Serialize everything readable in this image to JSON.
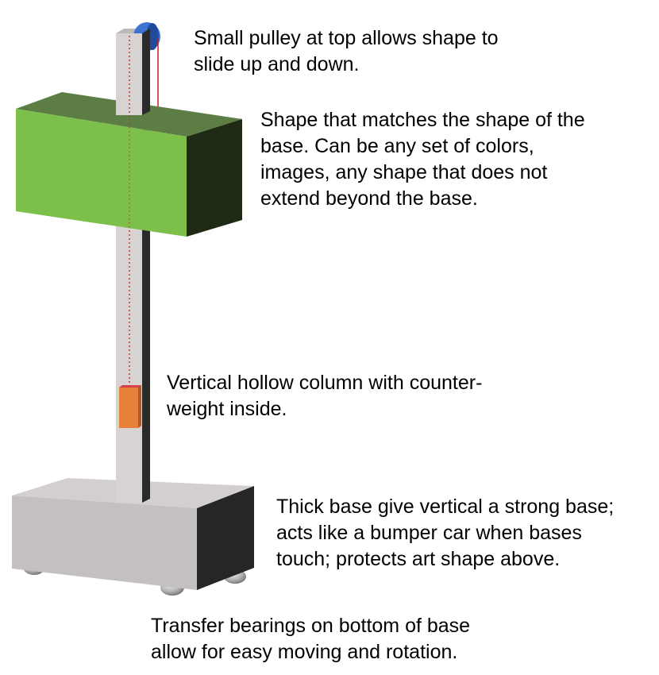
{
  "annotations": {
    "pulley": "Small pulley at top allows shape to\nslide up and down.",
    "shape": "Shape that matches the shape of the\nbase. Can be any set of colors,\nimages, any shape that does not\nextend beyond the base.",
    "column": "Vertical hollow column with counter-\nweight inside.",
    "base": "Thick base give vertical a strong base;\nacts like a bumper car when bases\ntouch; protects art shape above.",
    "bearings": "Transfer bearings on bottom of base\nallow for easy moving and rotation."
  },
  "colors": {
    "column_front": "#d7d3d2",
    "column_side": "#2a2a2a",
    "shape_front": "#7cbf4a",
    "shape_top": "#5c7d44",
    "shape_side": "#1e2a13",
    "base_front": "#c4c0bf",
    "base_top": "#d3cfce",
    "base_side": "#262626",
    "pulley": "#3e73d4",
    "cord": "#c81e1e",
    "counterweight": "#e8803b",
    "bearing": "#b5b5b5"
  },
  "icons": {
    "pulley": "pulley-icon",
    "counterweight": "counterweight-icon",
    "bearing": "transfer-bearing-icon"
  }
}
